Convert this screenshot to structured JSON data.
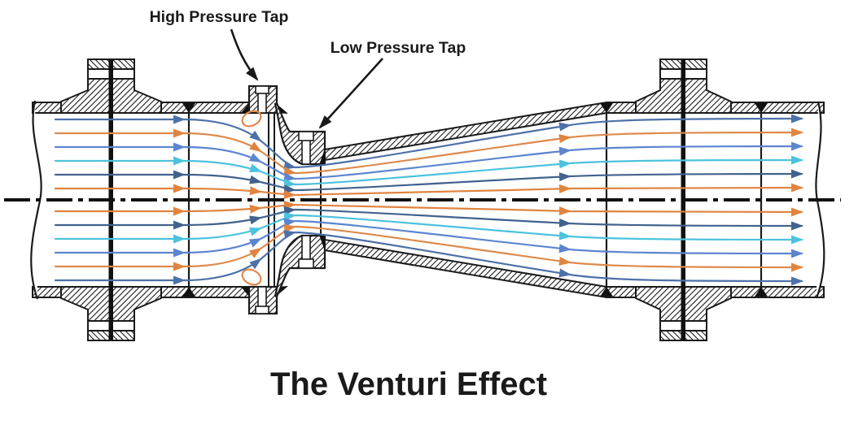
{
  "diagram": {
    "title": "The Venturi Effect",
    "callouts": {
      "high": {
        "label": "High Pressure Tap"
      },
      "low": {
        "label": "Low Pressure Tap"
      }
    },
    "flow": {
      "direction": "left-to-right",
      "streamline_count": 12,
      "streamline_colors": [
        "#4d71a9",
        "#dd8a4c",
        "#5c85cf",
        "#4cc2dd",
        "#41628e",
        "#e08440",
        "#e08440",
        "#41628e",
        "#4cc2dd",
        "#5c85cf",
        "#dd8a4c",
        "#4d71a9"
      ]
    },
    "colors": {
      "line": "#1a1a1a",
      "background": "#ffffff",
      "orange": "#e08440",
      "muted_blue": "#4d71a9",
      "bright_blue": "#5c85cf",
      "cyan": "#4cc2dd",
      "navy": "#41628e"
    }
  }
}
